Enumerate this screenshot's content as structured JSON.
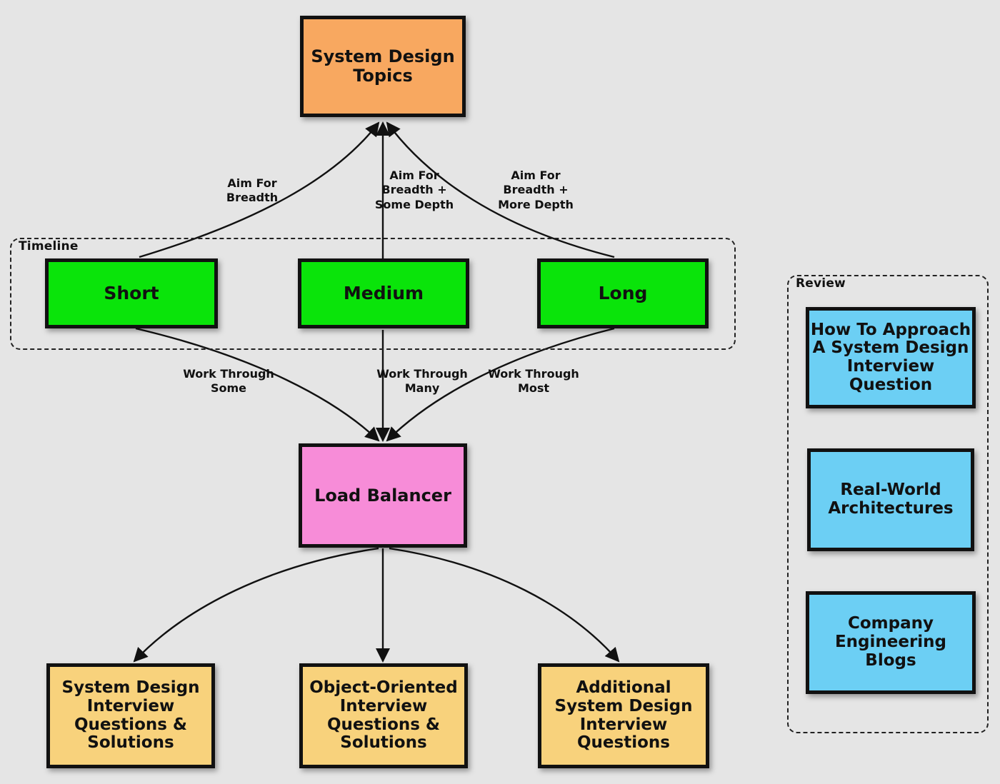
{
  "diagram": {
    "top": {
      "label": "System Design\nTopics"
    },
    "timeline": {
      "label": "Timeline",
      "short": "Short",
      "medium": "Medium",
      "long": "Long"
    },
    "load_balancer": {
      "label": "Load Balancer"
    },
    "edges": {
      "short_to_top": "Aim For\nBreadth",
      "medium_to_top": "Aim For\nBreadth +\nSome Depth",
      "long_to_top": "Aim For\nBreadth +\nMore Depth",
      "short_to_lb": "Work Through\nSome",
      "medium_to_lb": "Work Through\nMany",
      "long_to_lb": "Work Through\nMost"
    },
    "bottom": {
      "sdiq": "System Design\nInterview\nQuestions &\nSolutions",
      "ooiq": "Object-Oriented\nInterview\nQuestions &\nSolutions",
      "additional": "Additional\nSystem Design\nInterview\nQuestions"
    },
    "review": {
      "label": "Review",
      "approach": "How To Approach\nA System Design\nInterview\nQuestion",
      "architectures": "Real-World\nArchitectures",
      "blogs": "Company\nEngineering\nBlogs"
    }
  },
  "colors": {
    "topic": "#f8a860",
    "timeline": "#0ae40a",
    "load_balancer": "#f78cd8",
    "resources": "#f8d27c",
    "review": "#6ccff4",
    "background": "#e5e5e5"
  }
}
